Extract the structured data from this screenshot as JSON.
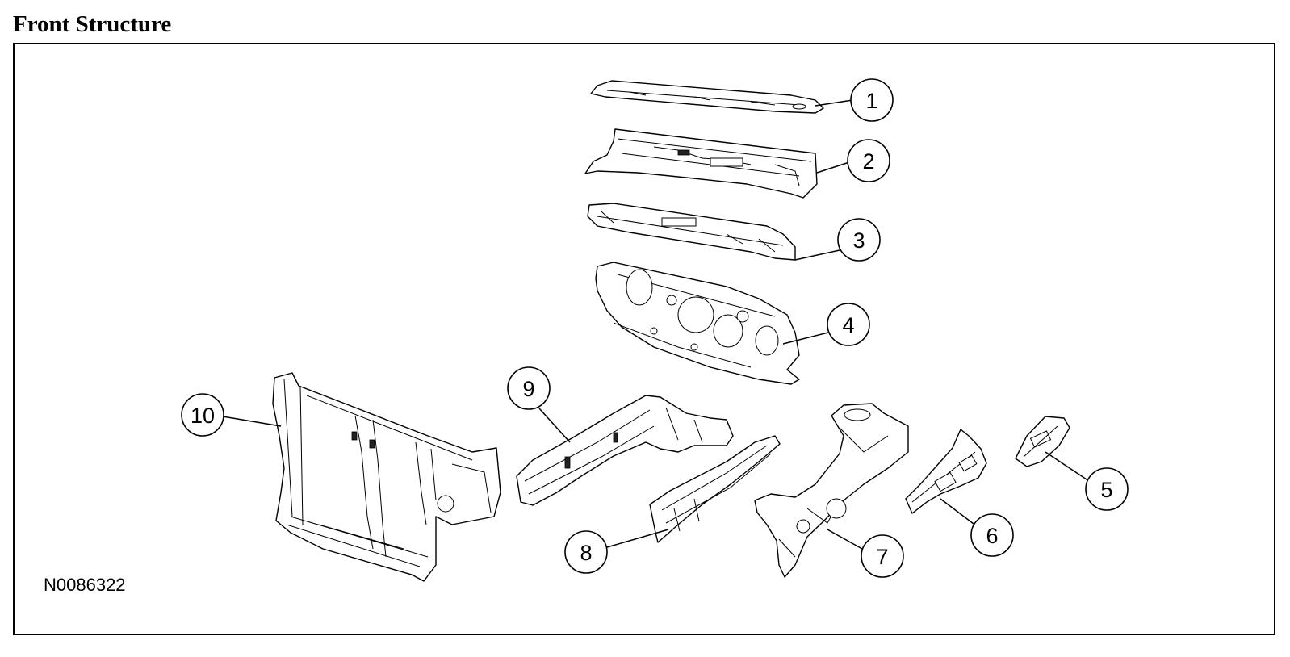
{
  "title": "Front Structure",
  "figure_id": "N0086322",
  "callouts": [
    "1",
    "2",
    "3",
    "4",
    "5",
    "6",
    "7",
    "8",
    "9",
    "10"
  ],
  "colors": {
    "line": "#000000",
    "background": "#ffffff"
  }
}
